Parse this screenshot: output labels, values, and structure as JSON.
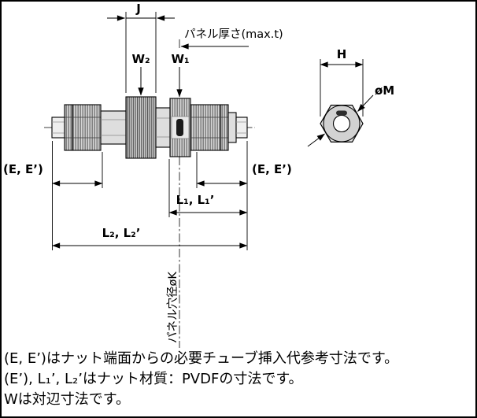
{
  "drawing": {
    "labels": {
      "j": "J",
      "panel_thickness": "パネル厚さ(max.t)",
      "w2": "W₂",
      "w1": "W₁",
      "h": "H",
      "diameter_m": "øM",
      "e_left": "(E, E’)",
      "e_right": "(E, E’)",
      "l1": "L₁, L₁’",
      "l2": "L₂, L₂’",
      "panel_hole_diameter": "パネル穴径øK"
    }
  },
  "notes": {
    "line1": "(E, E’)はナット端面からの必要チューブ挿入代参考寸法です。",
    "line2": "(E’), L₁’, L₂’はナット材質：PVDFの寸法です。",
    "line3": "Wは対辺寸法です。"
  }
}
